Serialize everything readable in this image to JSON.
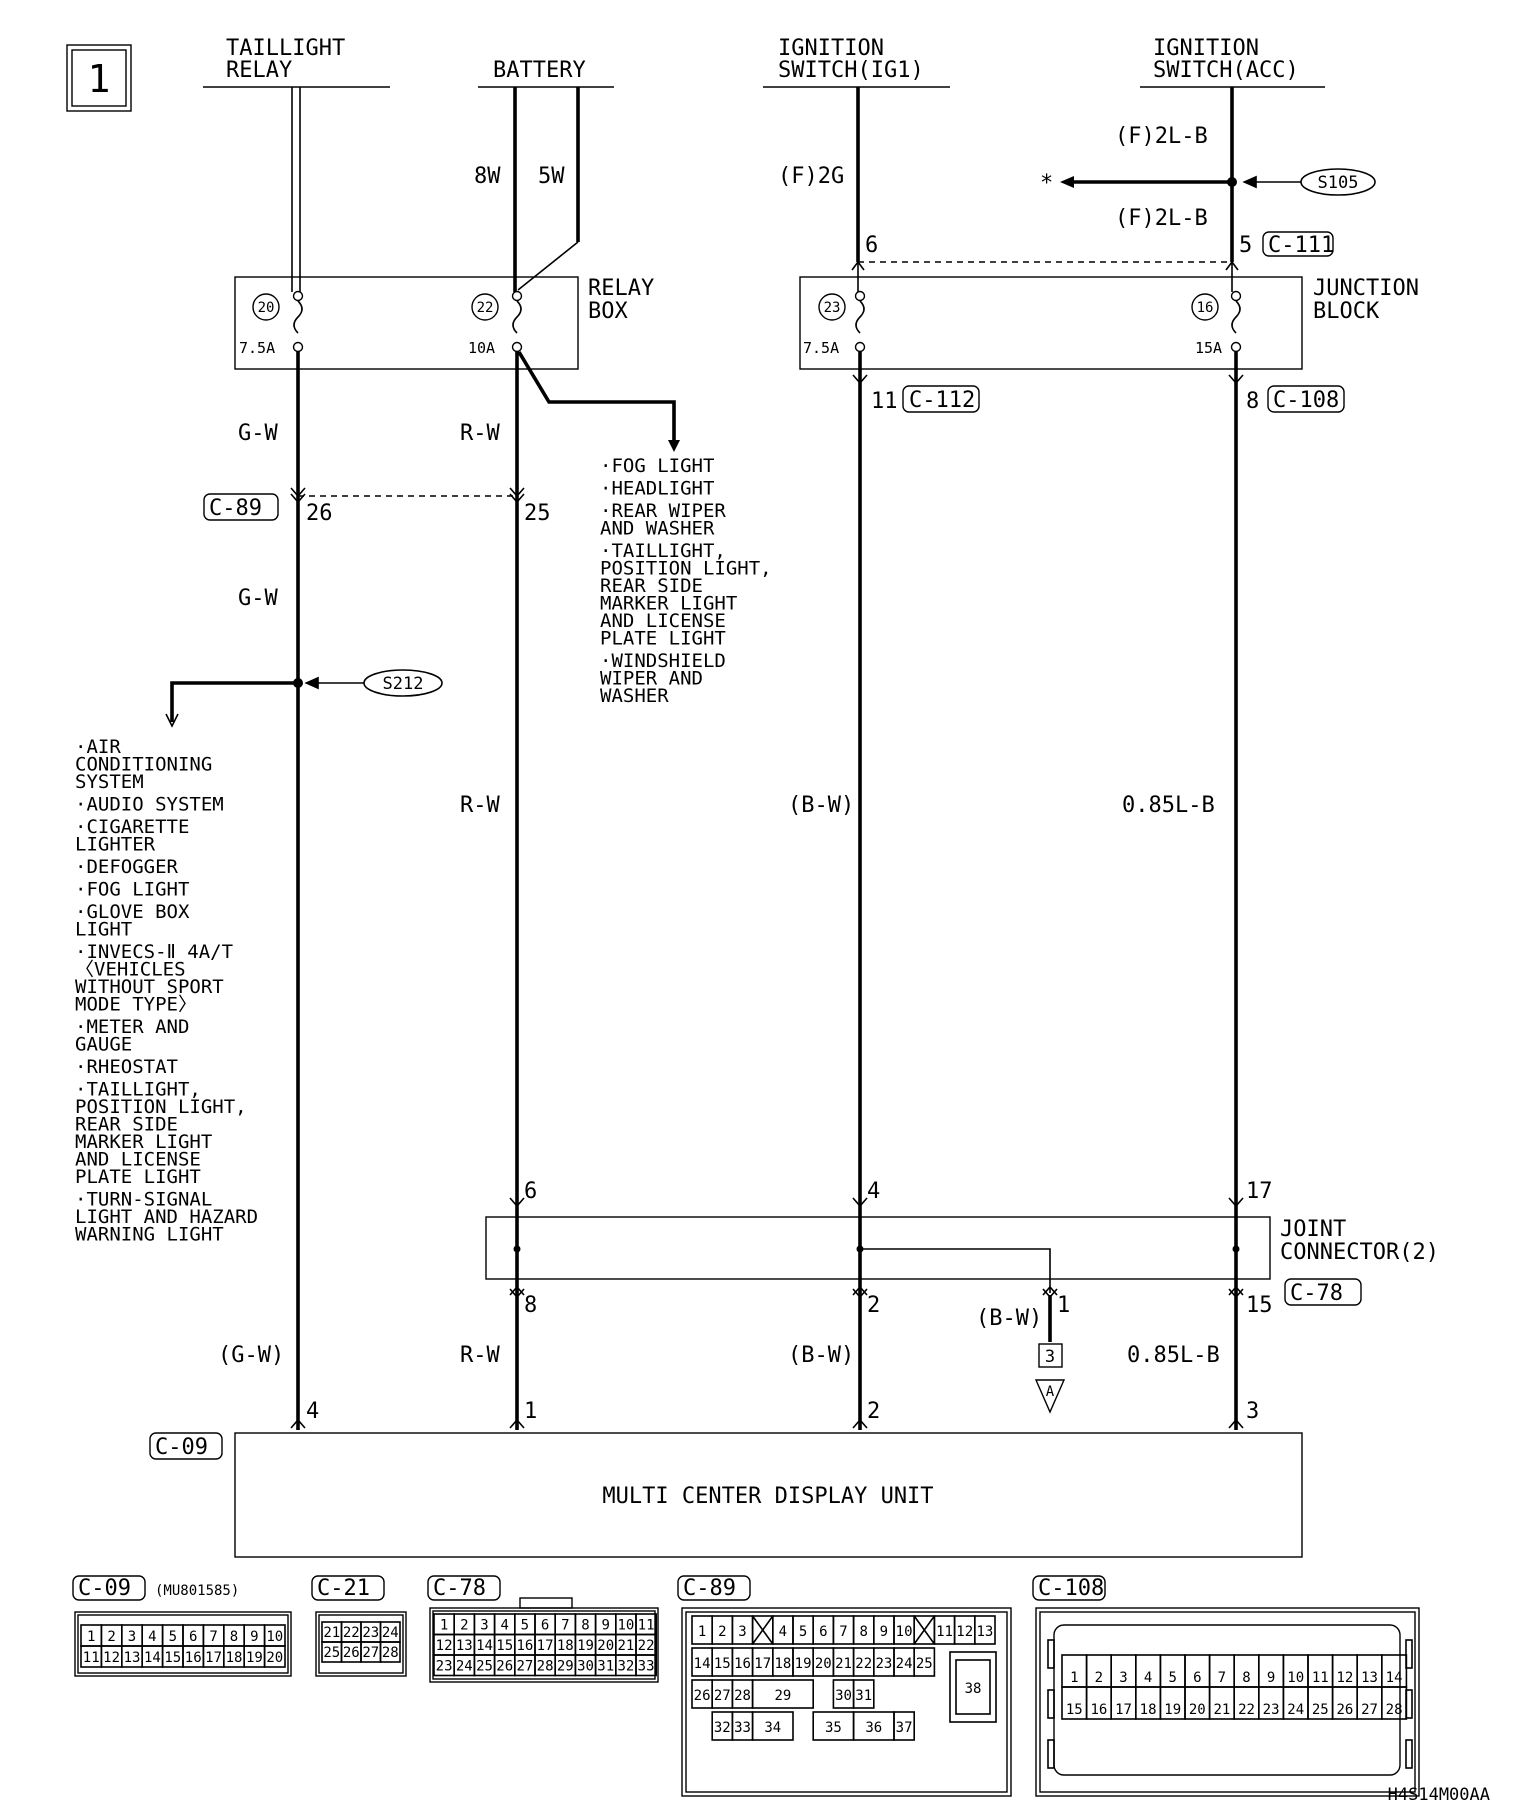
{
  "page_number": "1",
  "sources": {
    "taillight_relay": [
      "TAILLIGHT",
      "RELAY"
    ],
    "battery": "BATTERY",
    "ig1": [
      "IGNITION",
      "SWITCH(IG1)"
    ],
    "acc": [
      "IGNITION",
      "SWITCH(ACC)"
    ]
  },
  "wires": {
    "battery_8w": "8W",
    "battery_5w": "5W",
    "ig1_in": "(F)2G",
    "acc_in_top": "(F)2L-B",
    "acc_in_bottom": "(F)2L-B",
    "gw_top": "G-W",
    "rw_top": "R-W",
    "gw_mid": "G-W",
    "rw_mid": "R-W",
    "bw_mid": "(B-W)",
    "lb_mid": "0.85L-B",
    "gw_bot": "(G-W)",
    "rw_bot": "R-W",
    "bw_bot": "(B-W)",
    "bw_branch": "(B-W)",
    "lb_bot": "0.85L-B"
  },
  "splices": {
    "s105": "S105",
    "s212": "S212",
    "star": "*"
  },
  "relay_box": {
    "label": [
      "RELAY",
      "BOX"
    ],
    "fuse20": "20",
    "fuse20_amp": "7.5A",
    "fuse22": "22",
    "fuse22_amp": "10A"
  },
  "junction_block": {
    "label": [
      "JUNCTION",
      "BLOCK"
    ],
    "fuse23": "23",
    "fuse23_amp": "7.5A",
    "fuse16": "16",
    "fuse16_amp": "15A"
  },
  "connectors": {
    "c111": "C-111",
    "c112": "C-112",
    "c108": "C-108",
    "c89": "C-89",
    "c78": "C-78",
    "c09": "C-09"
  },
  "pins": {
    "p6_ig1": "6",
    "p5_acc": "5",
    "p11": "11",
    "p8_acc": "8",
    "p26": "26",
    "p25": "25",
    "jc6": "6",
    "jc4": "4",
    "jc17": "17",
    "jc8": "8",
    "jc2": "2",
    "jc1": "1",
    "jc15": "15",
    "u4": "4",
    "u1": "1",
    "u2": "2",
    "u3": "3"
  },
  "joint_connector": [
    "JOINT",
    "CONNECTOR(2)"
  ],
  "ground_ref": {
    "box": "3",
    "tri": "A"
  },
  "unit_label": "MULTI CENTER DISPLAY UNIT",
  "relay_feeds": [
    [
      "·FOG LIGHT"
    ],
    [
      "·HEADLIGHT"
    ],
    [
      "·REAR WIPER",
      " AND WASHER"
    ],
    [
      "·TAILLIGHT,",
      " POSITION LIGHT,",
      " REAR SIDE",
      " MARKER LIGHT",
      " AND LICENSE",
      " PLATE LIGHT"
    ],
    [
      "·WINDSHIELD",
      " WIPER AND",
      " WASHER"
    ]
  ],
  "s212_feeds": [
    [
      "·AIR",
      " CONDITIONING",
      " SYSTEM"
    ],
    [
      "·AUDIO SYSTEM"
    ],
    [
      "·CIGARETTE",
      " LIGHTER"
    ],
    [
      "·DEFOGGER"
    ],
    [
      "·FOG LIGHT"
    ],
    [
      "·GLOVE BOX",
      " LIGHT"
    ],
    [
      "·INVECS-Ⅱ 4A/T",
      " 〈VEHICLES",
      "  WITHOUT SPORT",
      "  MODE TYPE〉"
    ],
    [
      "·METER AND",
      " GAUGE"
    ],
    [
      "·RHEOSTAT"
    ],
    [
      "·TAILLIGHT,",
      " POSITION LIGHT,",
      " REAR SIDE",
      " MARKER LIGHT",
      " AND LICENSE",
      " PLATE LIGHT"
    ],
    [
      "·TURN-SIGNAL",
      " LIGHT AND HAZARD",
      " WARNING LIGHT"
    ]
  ],
  "connector_views": {
    "c09": {
      "label": "C-09",
      "part": "(MU801585)",
      "rows": [
        [
          "1",
          "2",
          "3",
          "4",
          "5",
          "6",
          "7",
          "8",
          "9",
          "10"
        ],
        [
          "11",
          "12",
          "13",
          "14",
          "15",
          "16",
          "17",
          "18",
          "19",
          "20"
        ]
      ]
    },
    "c21": {
      "label": "C-21",
      "rows": [
        [
          "21",
          "22",
          "23",
          "24"
        ],
        [
          "25",
          "26",
          "27",
          "28"
        ]
      ]
    },
    "c78": {
      "label": "C-78",
      "rows": [
        [
          "1",
          "2",
          "3",
          "4",
          "5",
          "6",
          "7",
          "8",
          "9",
          "10",
          "11"
        ],
        [
          "12",
          "13",
          "14",
          "15",
          "16",
          "17",
          "18",
          "19",
          "20",
          "21",
          "22"
        ],
        [
          "23",
          "24",
          "25",
          "26",
          "27",
          "28",
          "29",
          "30",
          "31",
          "32",
          "33"
        ]
      ]
    },
    "c89": {
      "label": "C-89",
      "row1": [
        "1",
        "2",
        "3",
        "",
        "4",
        "5",
        "6",
        "7",
        "8",
        "9",
        "10",
        "",
        "11",
        "12",
        "13"
      ],
      "row2": [
        "14",
        "15",
        "16",
        "17",
        "18",
        "19",
        "20",
        "21",
        "22",
        "23",
        "24",
        "25"
      ],
      "row3": [
        "26",
        "27",
        "28",
        "29",
        "30",
        "31"
      ],
      "row4": [
        "32",
        "33",
        "34",
        "35",
        "36",
        "37"
      ],
      "big": "38"
    },
    "c108": {
      "label": "C-108",
      "rows": [
        [
          "1",
          "2",
          "3",
          "4",
          "5",
          "6",
          "7",
          "8",
          "9",
          "10",
          "11",
          "12",
          "13",
          "14"
        ],
        [
          "15",
          "16",
          "17",
          "18",
          "19",
          "20",
          "21",
          "22",
          "23",
          "24",
          "25",
          "26",
          "27",
          "28"
        ]
      ]
    }
  },
  "figure_code": "H4S14M00AA"
}
